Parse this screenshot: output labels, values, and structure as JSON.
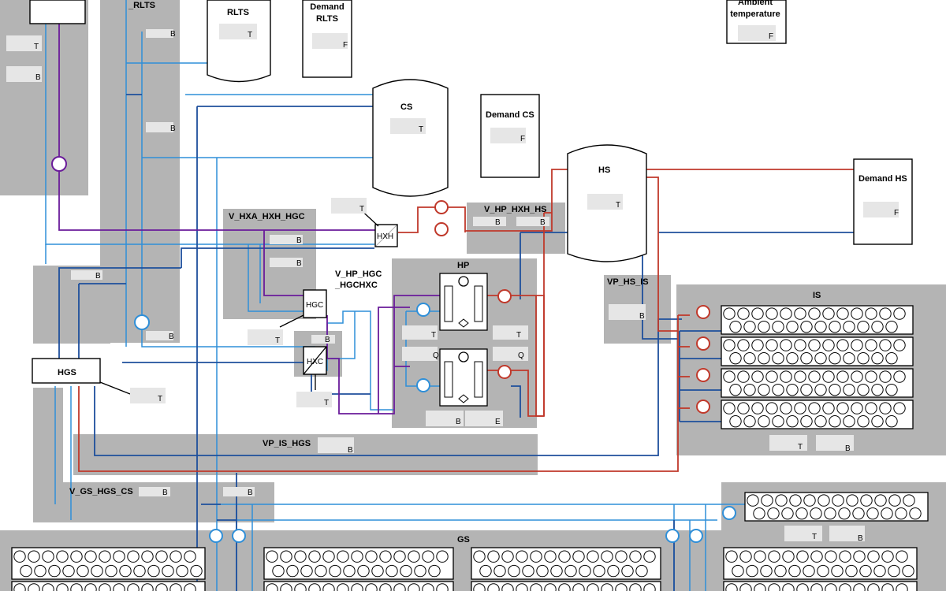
{
  "components": {
    "rlts_top": "_RLTS",
    "rlts": "RLTS",
    "demand_rlts": "Demand\nRLTS",
    "ambient": "Ambient\ntemperature",
    "cs": "CS",
    "demand_cs": "Demand CS",
    "hs": "HS",
    "demand_hs": "Demand HS",
    "hxh": "HXH",
    "hgc": "HGC",
    "hxc": "HXC",
    "hgs": "HGS",
    "hp": "HP",
    "is": "IS",
    "gs": "GS"
  },
  "valves": {
    "v_hxa_hxh_hgc": "V_HXA_HXH_HGC",
    "v_hp_hxh_hs": "V_HP_HXH_HS",
    "v_hp_hgc_hgchxc": "V_HP_HGC\n_HGCHXC",
    "vp_hs_is": "VP_HS_IS",
    "vp_is_hgs": "VP_IS_HGS",
    "v_gs_hgs_cs": "V_GS_HGS_CS"
  },
  "port_letters": {
    "B": "B",
    "T": "T",
    "F": "F",
    "Q": "Q",
    "E": "E"
  },
  "colors": {
    "purple_pipe": "#6a1b9a",
    "dark_blue_pipe": "#1e4f9c",
    "light_blue_pipe": "#2f8fd8",
    "red_pipe": "#c0392b",
    "group_background": "#b4b4b4",
    "value_box": "#e6e6e6"
  }
}
